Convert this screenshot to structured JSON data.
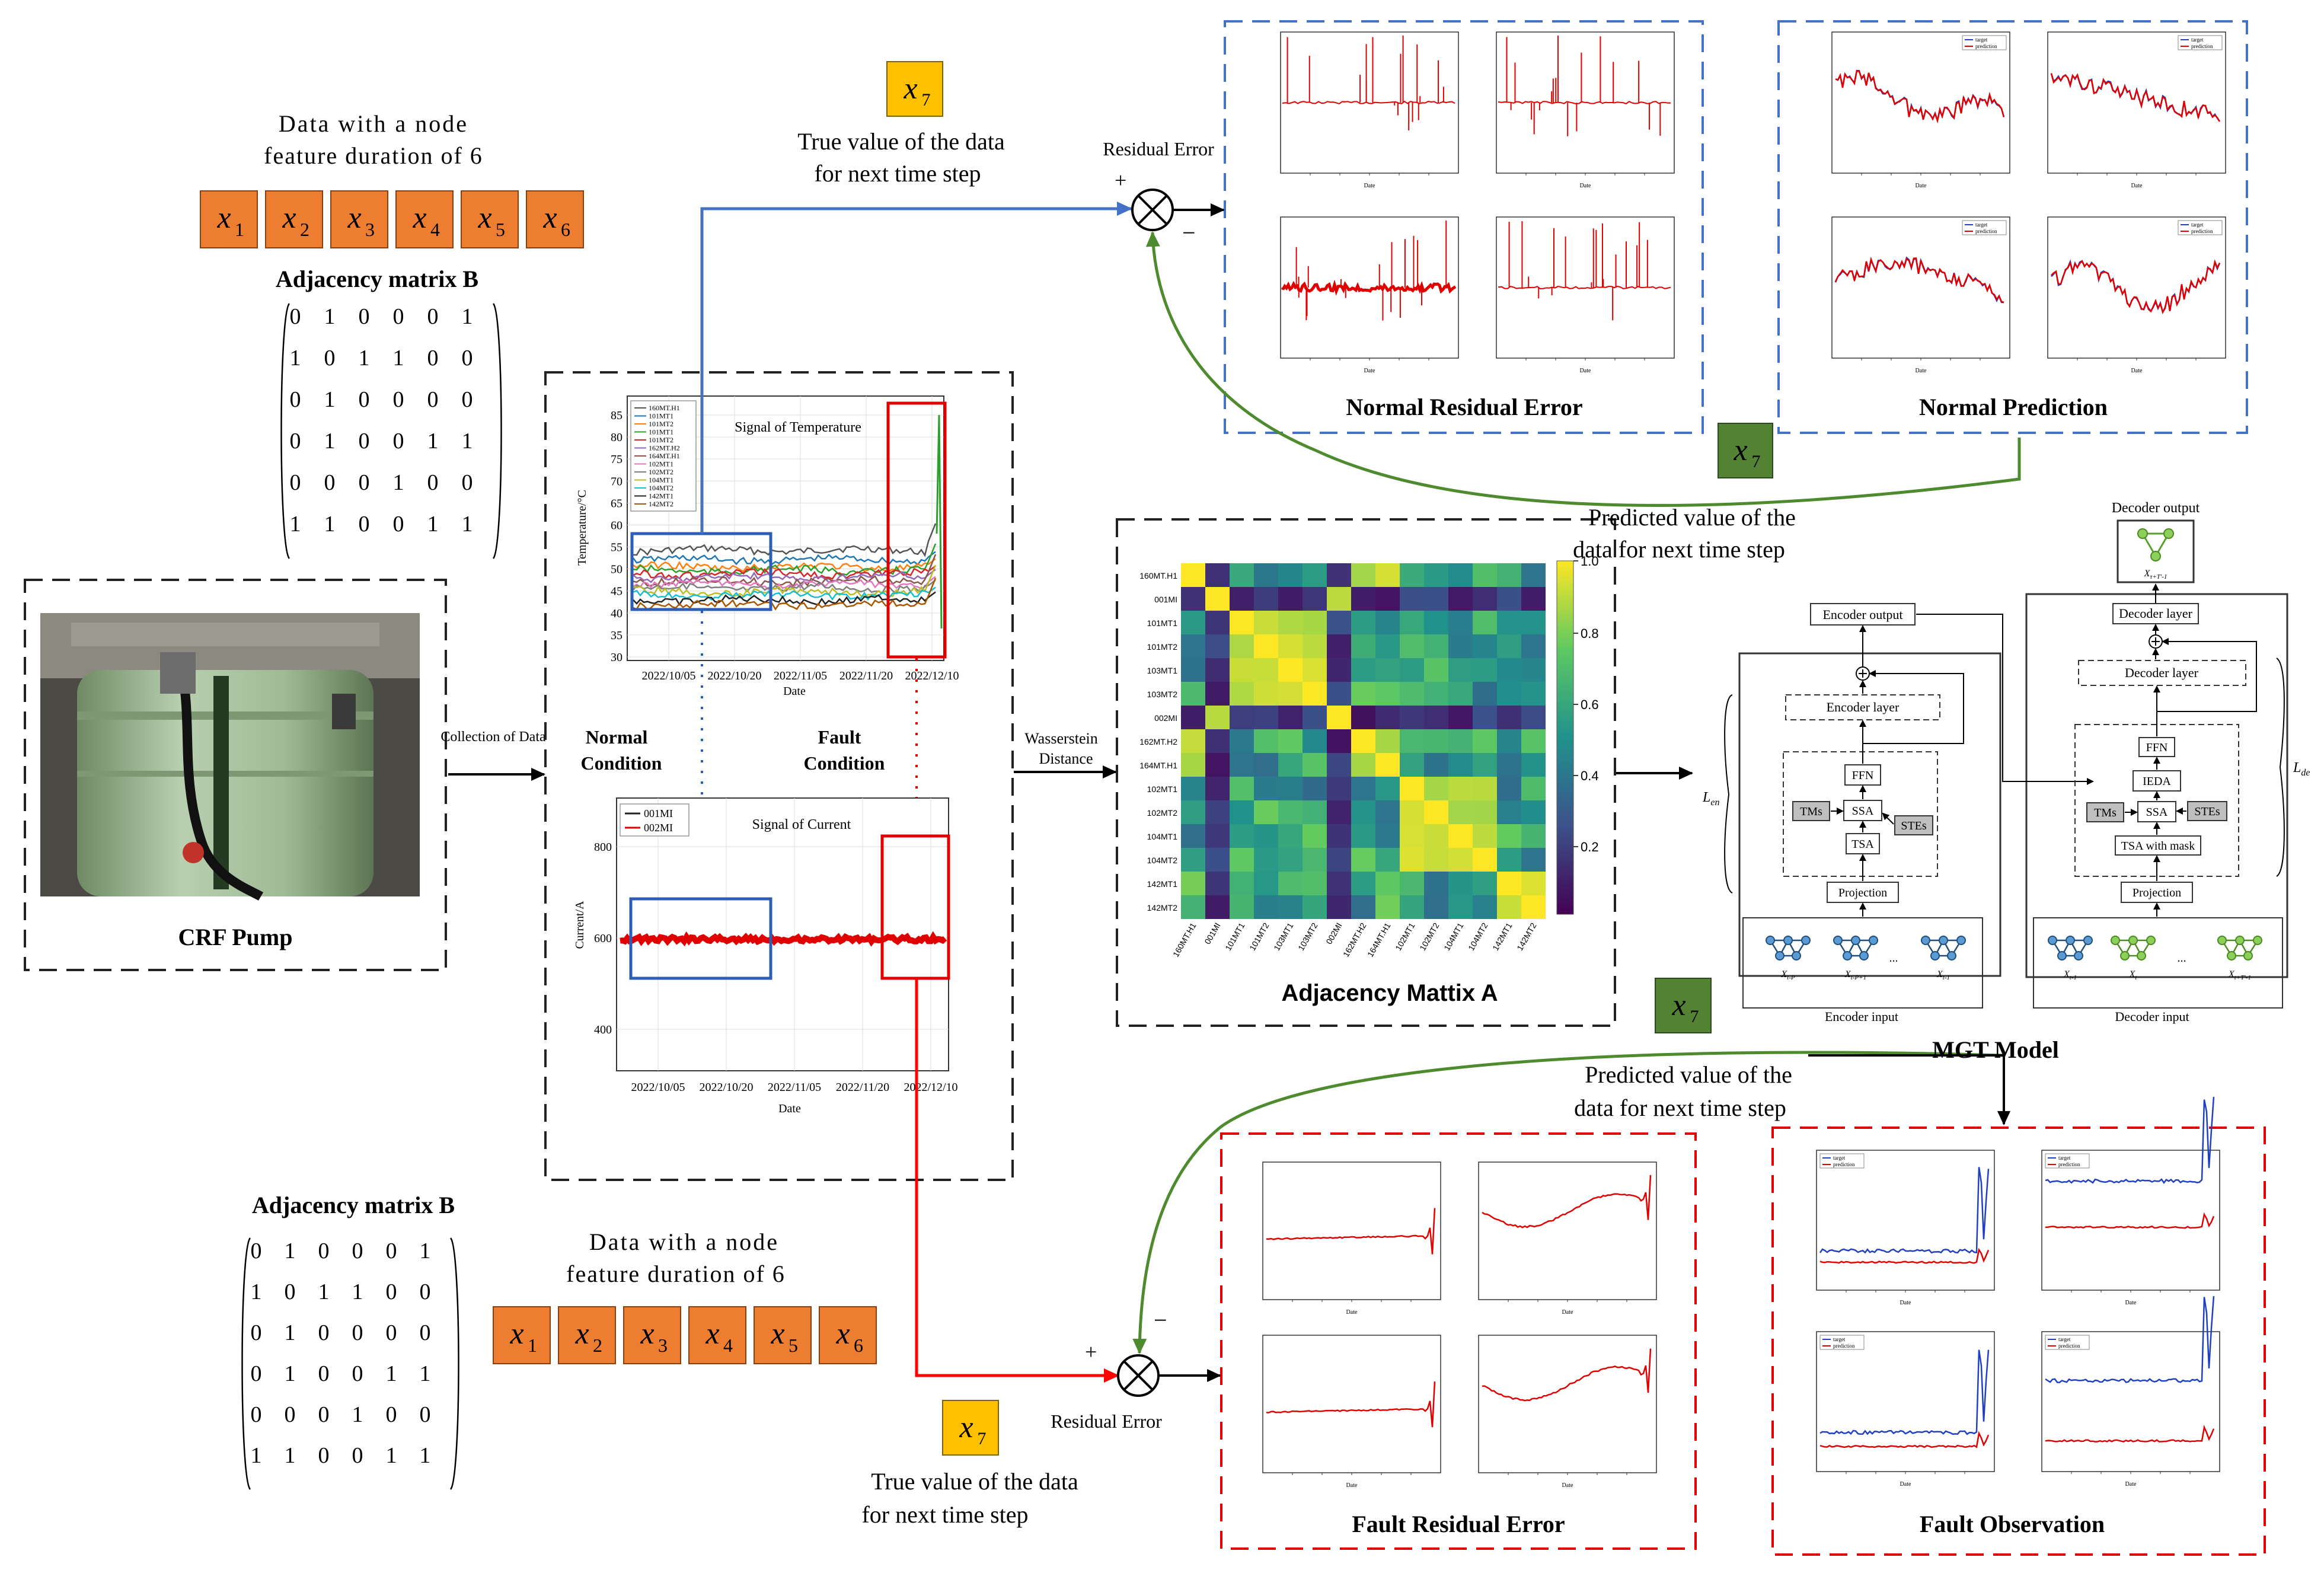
{
  "top_data": {
    "caption_lines": [
      "Data with a node",
      "feature duration of 6"
    ],
    "matrix_title": "Adjacency matrix B",
    "nodes": [
      "1",
      "2",
      "3",
      "4",
      "5",
      "6"
    ]
  },
  "bottom_data": {
    "caption_lines": [
      "Data with a node",
      "feature duration of 6"
    ],
    "matrix_title": "Adjacency matrix B"
  },
  "adjacency_b": [
    [
      "0",
      "1",
      "0",
      "0",
      "0",
      "1"
    ],
    [
      "1",
      "0",
      "1",
      "1",
      "0",
      "0"
    ],
    [
      "0",
      "1",
      "0",
      "0",
      "0",
      "0"
    ],
    [
      "0",
      "1",
      "0",
      "0",
      "1",
      "1"
    ],
    [
      "0",
      "0",
      "0",
      "1",
      "0",
      "0"
    ],
    [
      "1",
      "1",
      "0",
      "0",
      "1",
      "1"
    ]
  ],
  "x7": {
    "symbol": "x",
    "subscript": "7",
    "true_value_lines": [
      "True value of the data",
      "for next time step"
    ],
    "predicted_value_lines": [
      "Predicted value of the",
      "data  for  next time step"
    ]
  },
  "pump": {
    "label": "CRF Pump",
    "collection_label": "Collection of Data"
  },
  "signals": {
    "temp_title": "Signal of Temperature",
    "temp_ylabel": "Temperature/°C",
    "temp_yticks": [
      "85",
      "80",
      "75",
      "70",
      "65",
      "60",
      "55",
      "50",
      "45",
      "40",
      "35",
      "30"
    ],
    "temp_legend": [
      "160MT.H1",
      "101MT1",
      "101MT2",
      "101MT1",
      "101MT2",
      "162MT.H2",
      "164MT.H1",
      "102MT1",
      "102MT2",
      "104MT1",
      "104MT2",
      "142MT1",
      "142MT2"
    ],
    "current_title": "Signal of Current",
    "current_ylabel": "Current/A",
    "current_yticks": [
      "800",
      "600",
      "400"
    ],
    "current_legend": [
      "001MI",
      "002MI"
    ],
    "xticks": [
      "2022/10/05",
      "2022/10/20",
      "2022/11/05",
      "2022/11/20",
      "2022/12/10"
    ],
    "xlabel": "Date",
    "normal_label": [
      "Normal",
      "Condition"
    ],
    "fault_label": [
      "Fault",
      "Condition"
    ],
    "wasserstein_label": [
      "Wasserstein",
      "Distance"
    ]
  },
  "heatmap": {
    "title": "Adjacency Mattix A",
    "labels": [
      "160MT.H1",
      "001MI",
      "101MT1",
      "101MT2",
      "103MT1",
      "103MT2",
      "002MI",
      "162MT.H2",
      "164MT.H1",
      "102MT1",
      "102MT2",
      "104MT1",
      "104MT2",
      "142MT1",
      "142MT2"
    ],
    "colorbar_ticks": [
      "1.0",
      "0.8",
      "0.6",
      "0.4",
      "0.2"
    ]
  },
  "panels": {
    "normal_residual": "Normal Residual Error",
    "normal_prediction": "Normal Prediction",
    "fault_residual": "Fault Residual Error",
    "fault_observation": "Fault Observation",
    "residual_error_label": "Residual Error",
    "date_label": "Date",
    "legend_target": "target",
    "legend_prediction": "prediction"
  },
  "mgt": {
    "title": "MGT Model",
    "decoder_output": "Decoder output",
    "encoder_output": "Encoder output",
    "decoder_layer": "Decoder layer",
    "encoder_layer": "Encoder layer",
    "ffn": "FFN",
    "ieda": "IEDA",
    "ssa": "SSA",
    "tms": "TMs",
    "stes": "STEs",
    "tsa": "TSA",
    "tsa_mask": "TSA with mask",
    "projection": "Projection",
    "encoder_input": "Encoder input",
    "decoder_input": "Decoder input",
    "l_en": "L",
    "l_en_sub": "en",
    "l_de": "L",
    "l_de_sub": "de"
  },
  "colors": {
    "orange_box": "#ED7D31",
    "gold_box": "#FFC000",
    "green_box": "#548235",
    "blue_line": "#4472C4",
    "red_line": "#FF0000",
    "green_arrow": "#4E8A2E",
    "dash_blue": "#4472C4",
    "dash_red": "#E00000"
  }
}
